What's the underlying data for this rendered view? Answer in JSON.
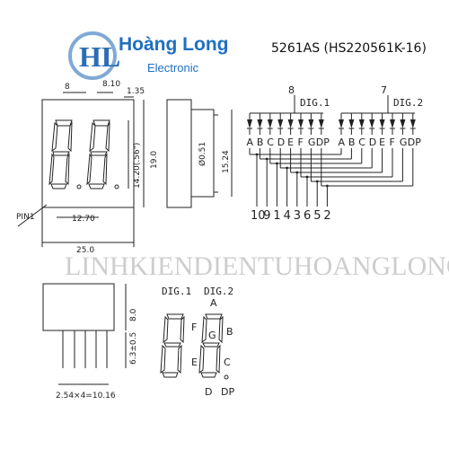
{
  "logo": {
    "brand": "Hoàng Long",
    "subtitle": "Electronic",
    "monogram": "HL"
  },
  "model": "5261AS (HS220561K-16)",
  "watermark": "LINHKIENDIENTUHOANGLONG.COM",
  "front_view": {
    "dims": {
      "top_a": "8",
      "top_b": "8.10",
      "top_c": "1.35",
      "height_digit": "14.20(.56\")",
      "height_total": "19.0",
      "pitch": "12.70",
      "width_total": "25.0"
    },
    "pin_label": "PIN1"
  },
  "side_view": {
    "pin_dia": "Ø0.51",
    "height": "15.24"
  },
  "bottom_view": {
    "body": "8.0",
    "pins": "6.3±0.5",
    "pitch": "2.54×4=10.16"
  },
  "schematic": {
    "dig1": {
      "label": "DIG.1",
      "pin": "8"
    },
    "dig2": {
      "label": "DIG.2",
      "pin": "7"
    },
    "segments": [
      "A",
      "B",
      "C",
      "D",
      "E",
      "F",
      "G",
      "DP"
    ],
    "pin_numbers": [
      "10",
      "9",
      "1",
      "4",
      "3",
      "6",
      "5",
      "2"
    ]
  },
  "segment_diagram": {
    "dig1": "DIG.1",
    "dig2": "DIG.2",
    "labels": {
      "A": "A",
      "B": "B",
      "C": "C",
      "D": "D",
      "E": "E",
      "F": "F",
      "G": "G",
      "DP": "DP"
    }
  }
}
